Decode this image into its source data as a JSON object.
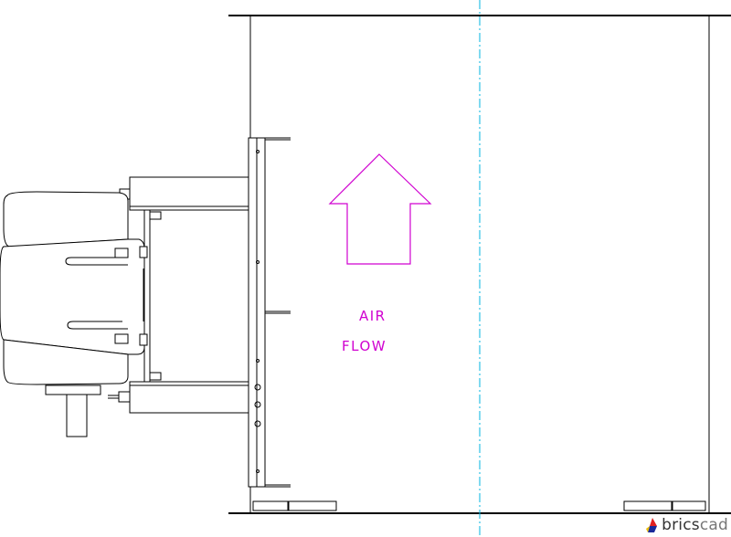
{
  "drawing": {
    "label_line1": "AIR",
    "label_line2": "FLOW"
  },
  "watermark": {
    "text_part1": "brics",
    "text_part2": "cad"
  },
  "colors": {
    "annotation": "#d000d0",
    "centerline": "#00b4e0",
    "lines": "#000000",
    "logo_red": "#e02020",
    "logo_blue": "#1a2a9a",
    "logo_yellow": "#f0c000"
  }
}
